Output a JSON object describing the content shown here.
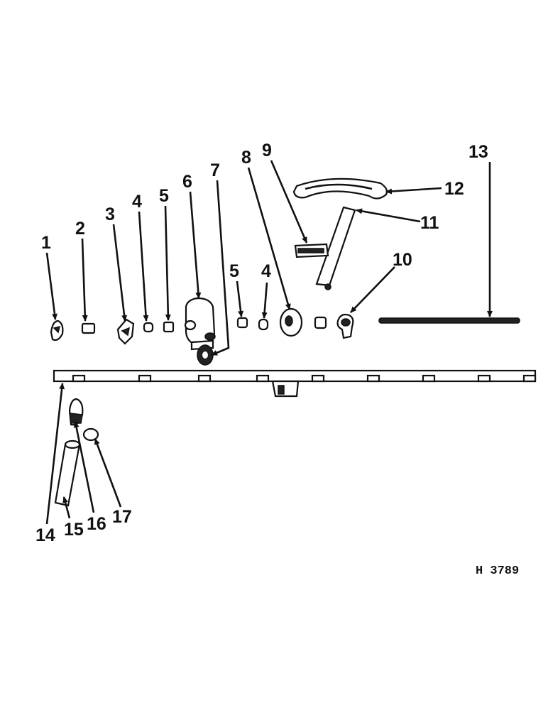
{
  "drawing_code": "H 3789",
  "callouts": [
    "1",
    "2",
    "3",
    "4",
    "5",
    "6",
    "7",
    "5",
    "4",
    "8",
    "9",
    "10",
    "11",
    "12",
    "13",
    "14",
    "15",
    "16",
    "17"
  ],
  "colors": {
    "ink": "#111111",
    "paper": "#ffffff"
  }
}
